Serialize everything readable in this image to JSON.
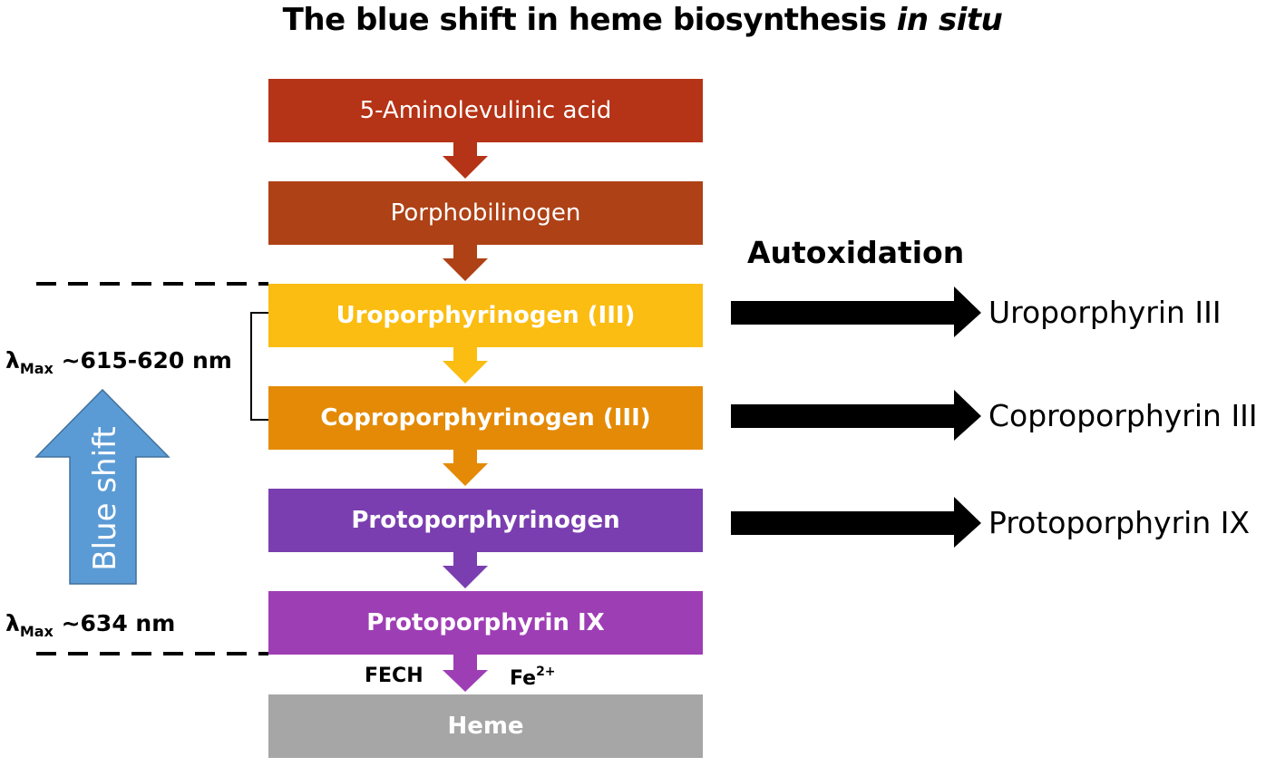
{
  "title": {
    "main": "The blue shift in heme biosynthesis",
    "italic": "in situ"
  },
  "colors": {
    "ala": "#b53316",
    "pbg": "#ae4116",
    "uro": "#fbbd11",
    "copro": "#e48a06",
    "protogen": "#7a3eb0",
    "ppix": "#9e3eb5",
    "heme": "#a6a6a6",
    "blue_arrow": "#5b9bd5",
    "blue_arrow_border": "#41719c"
  },
  "pathway": [
    {
      "label": "5-Aminolevulinic acid"
    },
    {
      "label": "Porphobilinogen"
    },
    {
      "label": "Uroporphyrinogen (III)"
    },
    {
      "label": "Coproporphyrinogen (III)"
    },
    {
      "label": "Protoporphyrinogen"
    },
    {
      "label": "Protoporphyrin IX"
    },
    {
      "label": "Heme"
    }
  ],
  "enzyme": "FECH",
  "cofactor": {
    "base": "Fe",
    "charge": "2+"
  },
  "autoxidation": {
    "heading": "Autoxidation",
    "products": [
      "Uroporphyrin III",
      "Coproporphyrin III",
      "Protoporphyrin IX"
    ]
  },
  "lambda": {
    "symbol": "λ",
    "sub": "Max",
    "top_value": "~615-620 nm",
    "bottom_value": "~634 nm"
  },
  "blue_shift_label": "Blue shift"
}
